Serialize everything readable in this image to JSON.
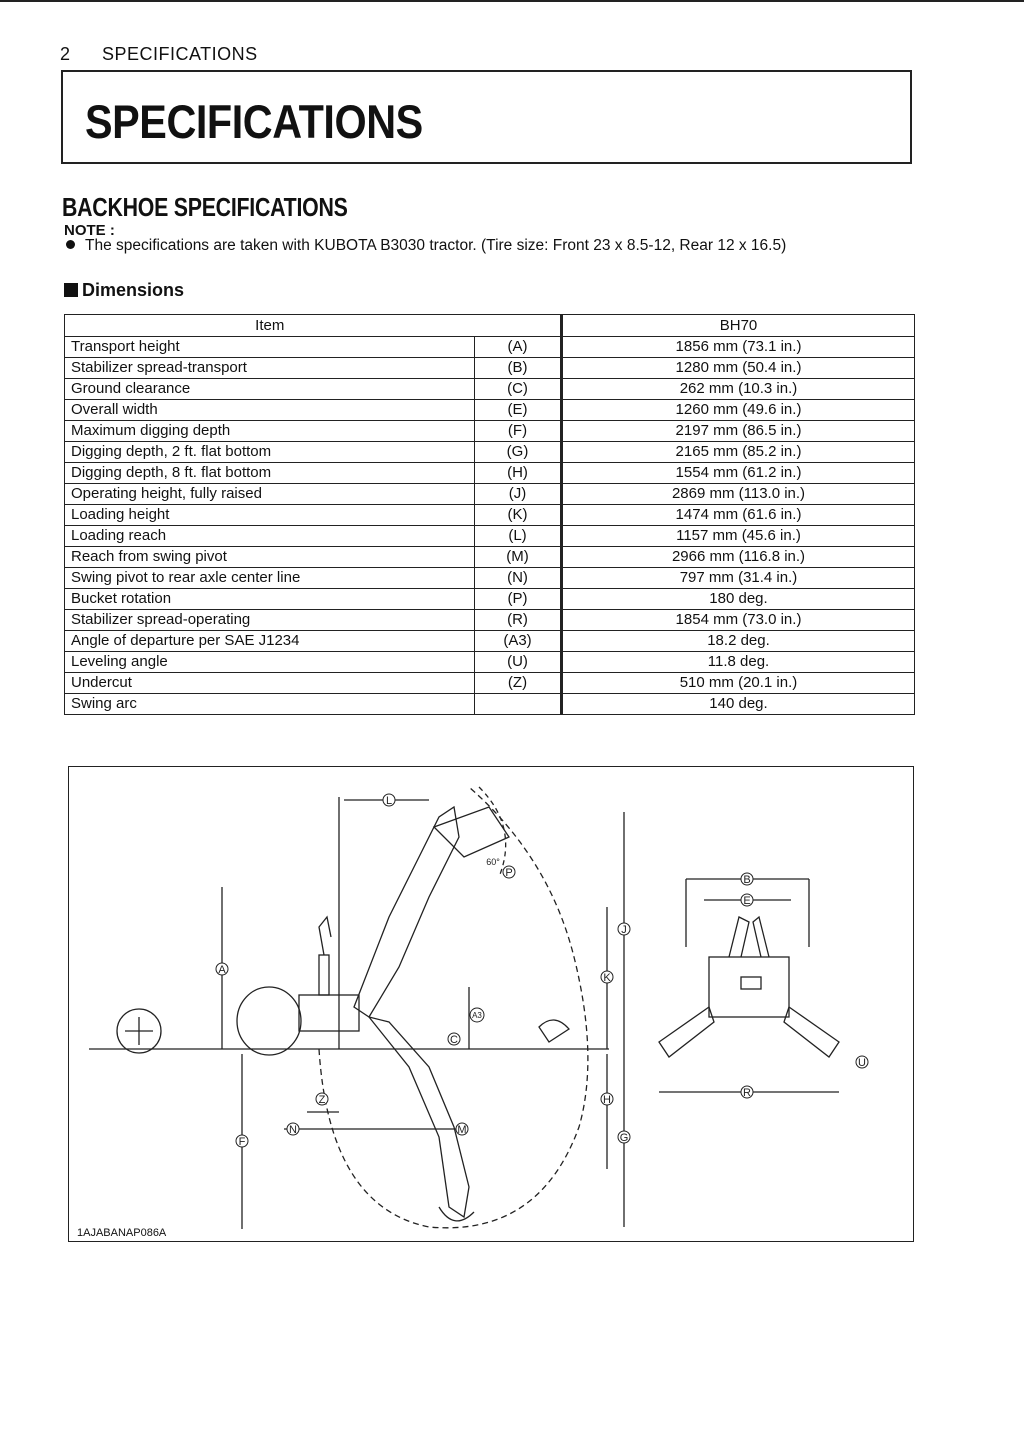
{
  "header": {
    "page_number": "2",
    "section": "SPECIFICATIONS"
  },
  "title": "SPECIFICATIONS",
  "section_title": "BACKHOE SPECIFICATIONS",
  "note": {
    "label": "NOTE :",
    "text": "The specifications are taken with KUBOTA B3030 tractor. (Tire size: Front 23 x 8.5-12, Rear 12 x 16.5)"
  },
  "dimensions": {
    "heading": "Dimensions",
    "columns": {
      "item": "Item",
      "model": "BH70"
    },
    "rows": [
      {
        "item": "Transport height",
        "code": "(A)",
        "value": "1856 mm (73.1 in.)"
      },
      {
        "item": "Stabilizer spread-transport",
        "code": "(B)",
        "value": "1280 mm (50.4 in.)"
      },
      {
        "item": "Ground clearance",
        "code": "(C)",
        "value": "262 mm (10.3 in.)"
      },
      {
        "item": "Overall width",
        "code": "(E)",
        "value": "1260 mm (49.6 in.)"
      },
      {
        "item": "Maximum digging depth",
        "code": "(F)",
        "value": "2197 mm (86.5 in.)"
      },
      {
        "item": "Digging depth, 2 ft. flat bottom",
        "code": "(G)",
        "value": "2165 mm (85.2 in.)"
      },
      {
        "item": "Digging depth, 8 ft. flat bottom",
        "code": "(H)",
        "value": "1554 mm (61.2 in.)"
      },
      {
        "item": "Operating height, fully raised",
        "code": "(J)",
        "value": "2869 mm (113.0 in.)"
      },
      {
        "item": "Loading height",
        "code": "(K)",
        "value": "1474 mm (61.6 in.)"
      },
      {
        "item": "Loading reach",
        "code": "(L)",
        "value": "1157 mm (45.6 in.)"
      },
      {
        "item": "Reach from swing pivot",
        "code": "(M)",
        "value": "2966 mm (116.8 in.)"
      },
      {
        "item": "Swing pivot to rear axle center line",
        "code": "(N)",
        "value": "797 mm (31.4 in.)"
      },
      {
        "item": "Bucket rotation",
        "code": "(P)",
        "value": "180 deg."
      },
      {
        "item": "Stabilizer spread-operating",
        "code": "(R)",
        "value": "1854 mm (73.0 in.)"
      },
      {
        "item": "Angle of departure per SAE J1234",
        "code": "(A3)",
        "value": "18.2 deg."
      },
      {
        "item": "Leveling angle",
        "code": "(U)",
        "value": "11.8 deg."
      },
      {
        "item": "Undercut",
        "code": "(Z)",
        "value": "510 mm (20.1 in.)"
      },
      {
        "item": "Swing arc",
        "code": "",
        "value": "140 deg."
      }
    ]
  },
  "diagram": {
    "figure_code": "1AJABANAP086A",
    "angle_label": "60°",
    "callouts": [
      "A",
      "B",
      "C",
      "E",
      "F",
      "G",
      "H",
      "J",
      "K",
      "L",
      "M",
      "N",
      "P",
      "R",
      "U",
      "Z",
      "A3"
    ]
  }
}
